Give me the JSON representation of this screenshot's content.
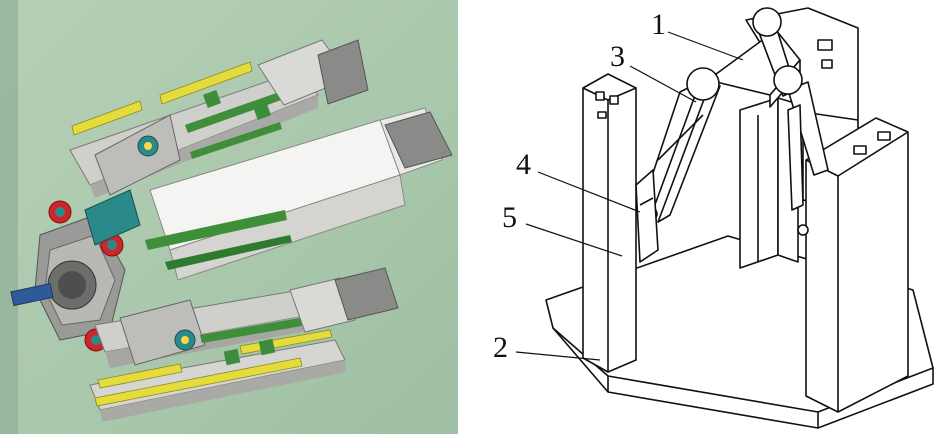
{
  "drawing": {
    "callouts": [
      {
        "id": "1",
        "text": "1"
      },
      {
        "id": "2",
        "text": "2"
      },
      {
        "id": "3",
        "text": "3"
      },
      {
        "id": "4",
        "text": "4"
      },
      {
        "id": "5",
        "text": "5"
      }
    ]
  },
  "colors": {
    "render_background": "#a9c7ad",
    "frame_gray": "#c9c9c7",
    "rail_yellow": "#e4dc3c",
    "rod_green": "#3f8f3a",
    "joint_red": "#d0262a",
    "joint_teal": "#2a8a8a",
    "spindle_blue": "#2f5a9a",
    "motor_gray": "#7f7f7f",
    "line_black": "#111111"
  }
}
